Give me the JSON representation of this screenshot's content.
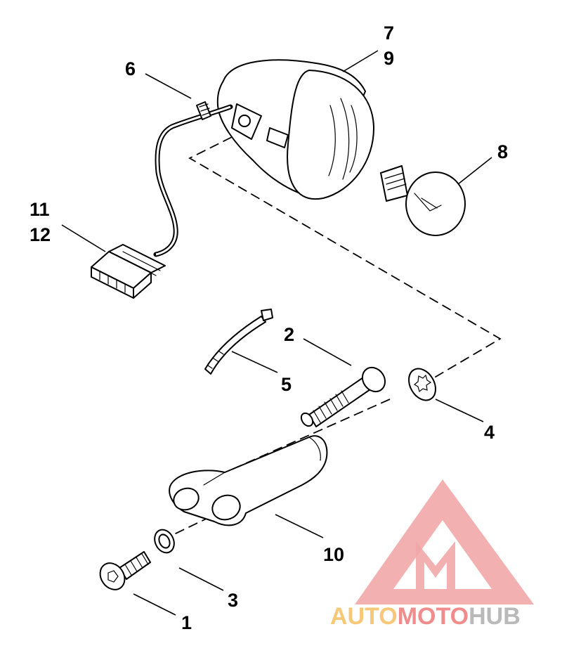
{
  "callouts": {
    "c1": "1",
    "c2": "2",
    "c3": "3",
    "c4": "4",
    "c5": "5",
    "c6": "6",
    "c7": "7",
    "c8": "8",
    "c9": "9",
    "c10": "10",
    "c11": "11",
    "c12": "12"
  },
  "watermark": {
    "part1": "AUTO",
    "part2": "MOTO",
    "part3": "HUB",
    "color_auto": "#f6c878",
    "color_moto": "#f08c8c",
    "color_hub": "#b9b9b9",
    "triangle_color": "#f2a7a7"
  }
}
